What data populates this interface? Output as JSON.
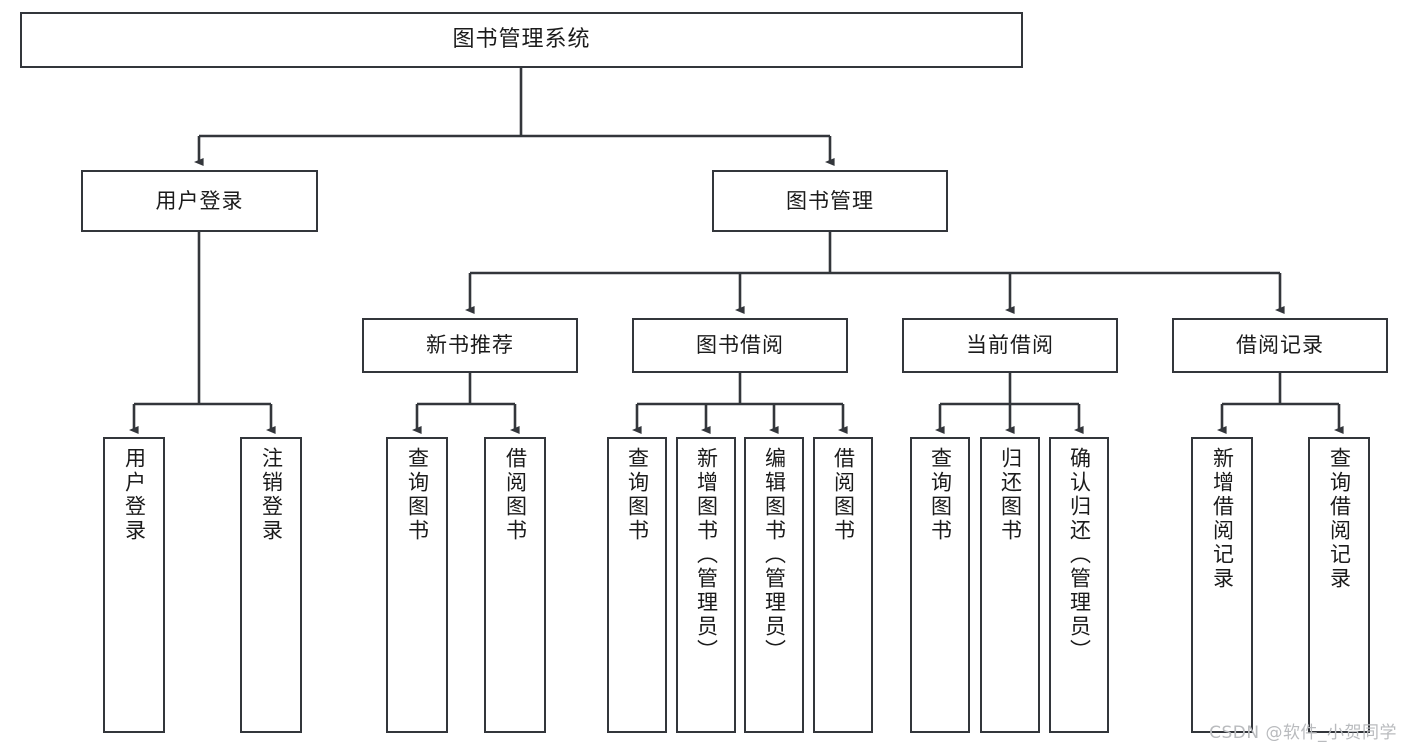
{
  "diagram": {
    "title": "图书管理系统",
    "type": "tree-hierarchy",
    "watermark": "CSDN @软件_小贺同学",
    "stroke_color": "#33363b",
    "fill_color": "#ffffff",
    "text_color": "#1b1b1b"
  },
  "nodes": {
    "root": {
      "label": "图书管理系统"
    },
    "level2": [
      {
        "label": "用户登录"
      },
      {
        "label": "图书管理"
      }
    ],
    "level3": [
      {
        "label": "新书推荐"
      },
      {
        "label": "图书借阅"
      },
      {
        "label": "当前借阅"
      },
      {
        "label": "借阅记录"
      }
    ],
    "leaves": {
      "user_login": [
        {
          "label": "用户登录"
        },
        {
          "label": "注销登录"
        }
      ],
      "new_book_recommend": [
        {
          "label": "查询图书"
        },
        {
          "label": "借阅图书"
        }
      ],
      "book_borrow": [
        {
          "label": "查询图书"
        },
        {
          "label": "新增图书（管理员）"
        },
        {
          "label": "编辑图书（管理员）"
        },
        {
          "label": "借阅图书"
        }
      ],
      "current_borrow": [
        {
          "label": "查询图书"
        },
        {
          "label": "归还图书"
        },
        {
          "label": "确认归还（管理员）"
        }
      ],
      "borrow_record": [
        {
          "label": "新增借阅记录"
        },
        {
          "label": "查询借阅记录"
        }
      ]
    }
  }
}
